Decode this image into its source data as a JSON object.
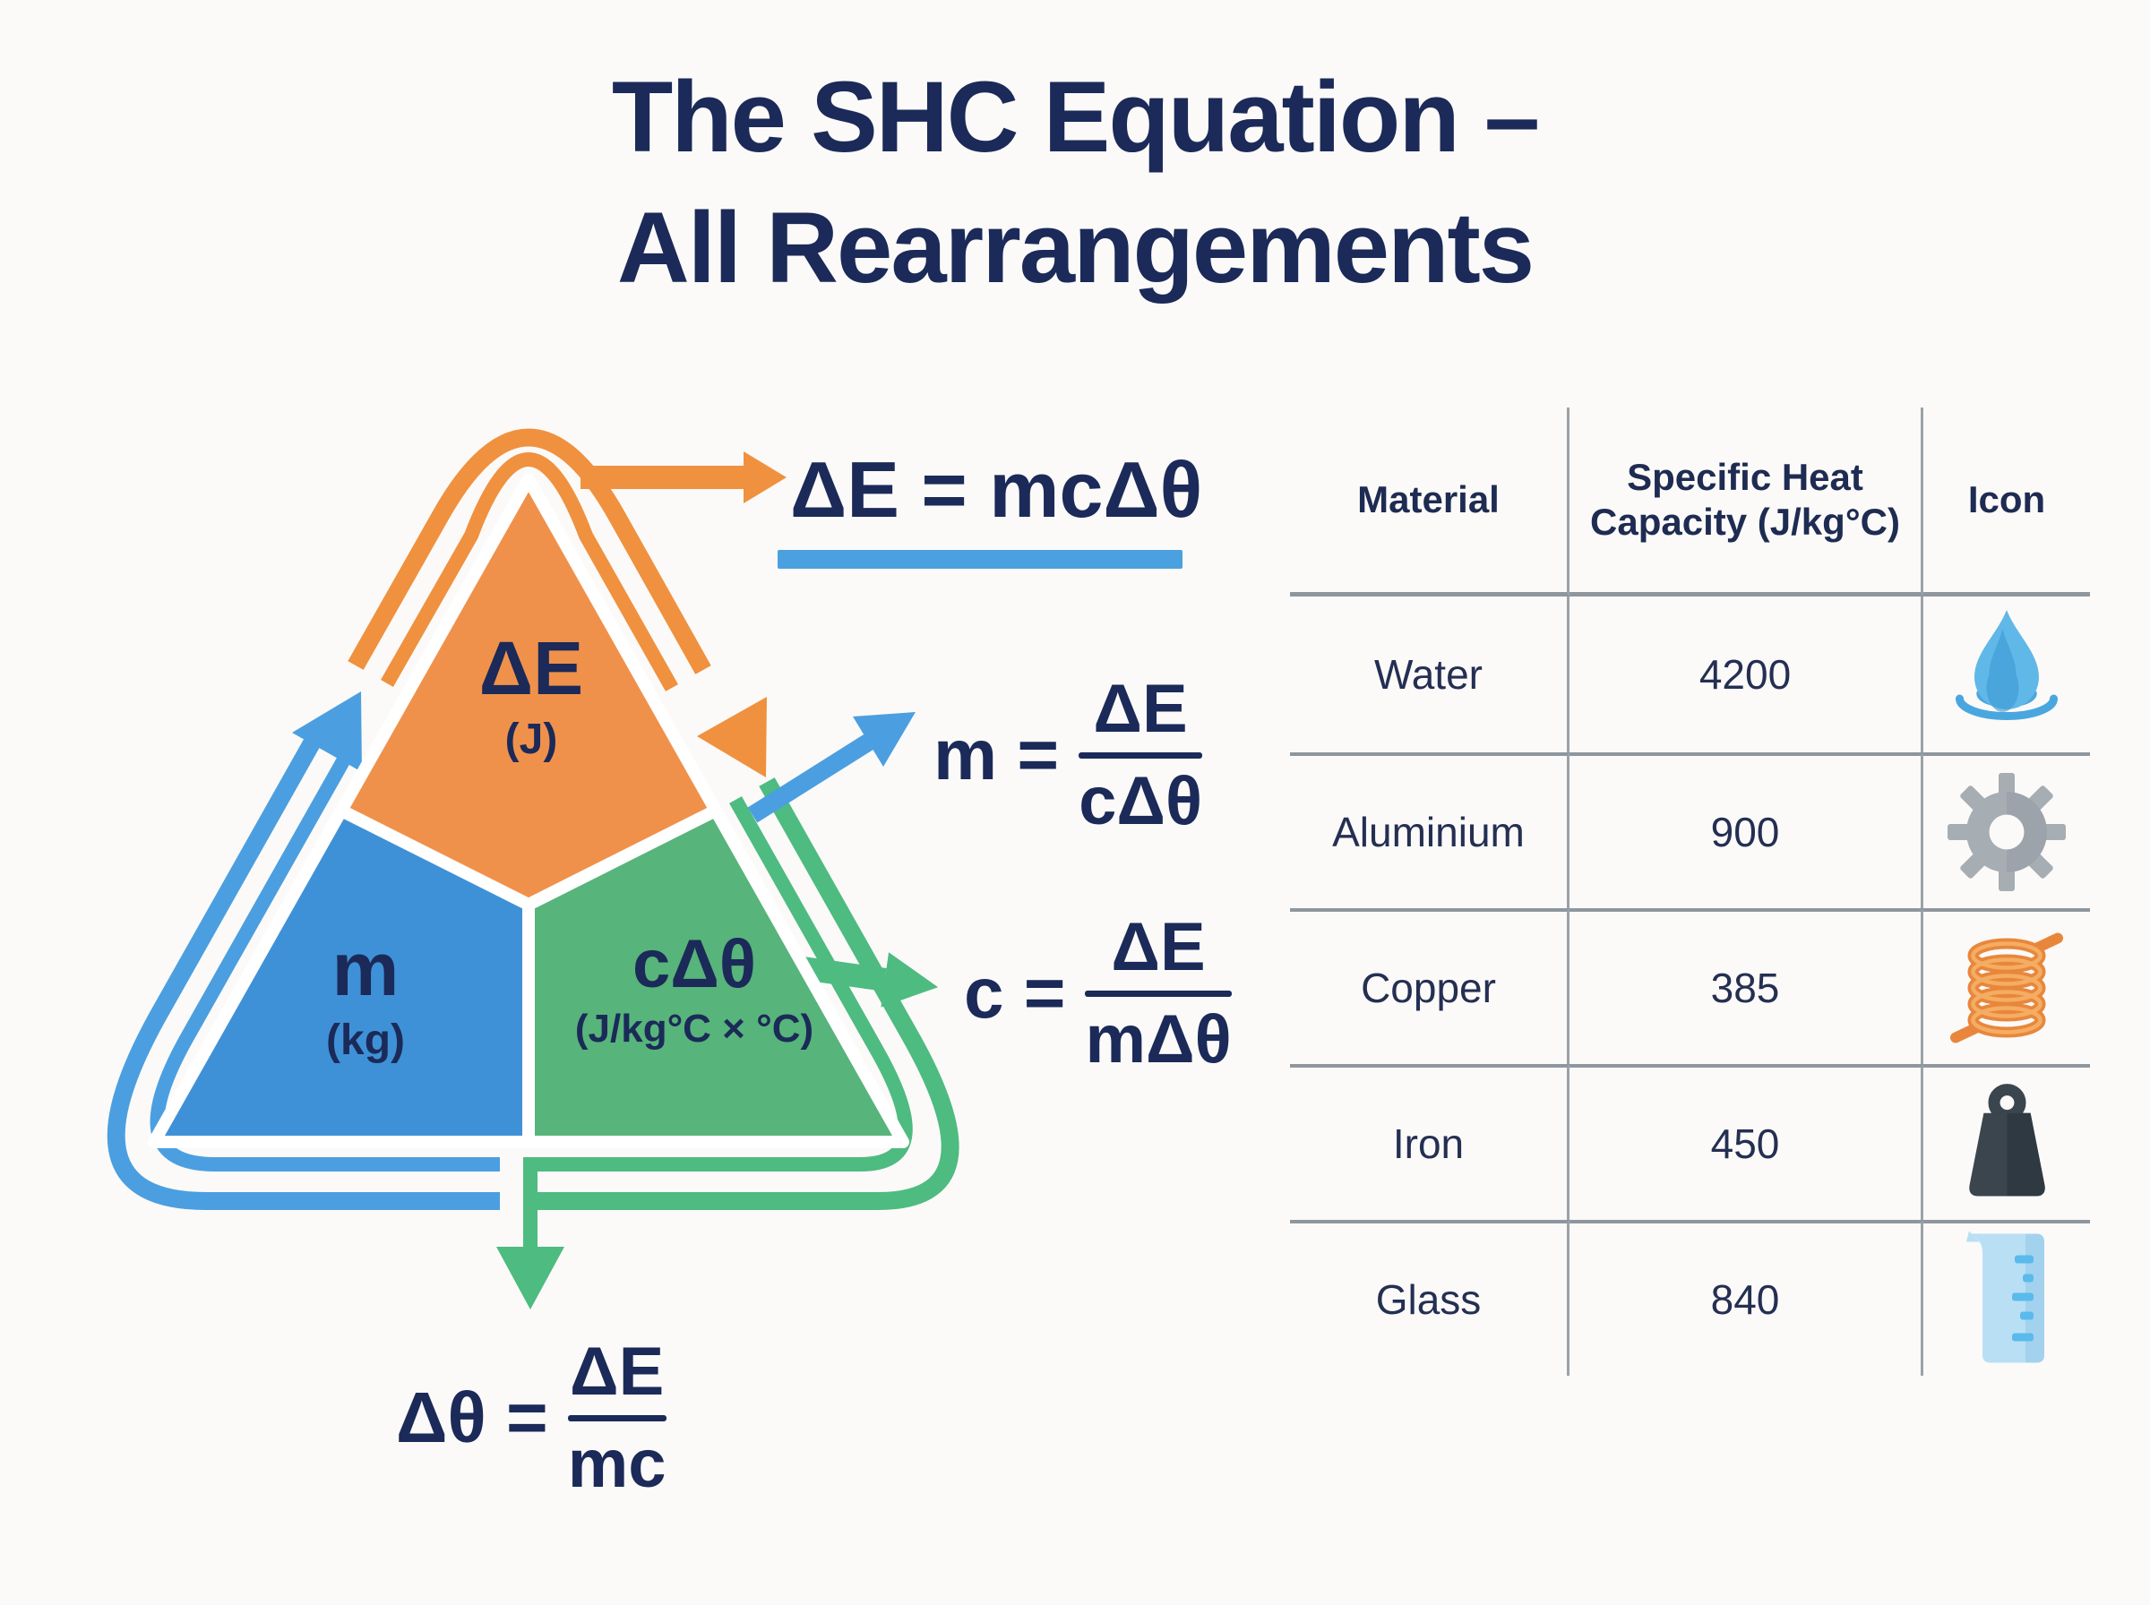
{
  "title": {
    "line1": "The SHC Equation –",
    "line2": "All Rearrangements"
  },
  "triangle": {
    "sections": {
      "energy": {
        "symbol": "ΔE",
        "unit": "(J)",
        "color": "#F0914B"
      },
      "mass": {
        "symbol": "m",
        "unit": "(kg)",
        "color": "#3F91D7"
      },
      "heat": {
        "symbol": "cΔθ",
        "unit": "(J/kg°C × °C)",
        "color": "#57B47A"
      }
    }
  },
  "equations": {
    "main": {
      "text": "ΔE = mcΔθ"
    },
    "mass": {
      "lhs": "m =",
      "num": "ΔE",
      "den": "cΔθ"
    },
    "shc": {
      "lhs": "c =",
      "num": "ΔE",
      "den": "mΔθ"
    },
    "temp": {
      "lhs": "Δθ =",
      "num": "ΔE",
      "den": "mc"
    }
  },
  "table": {
    "headers": [
      "Material",
      "Specific Heat Capacity (J/kg°C)",
      "Icon"
    ],
    "rows": [
      {
        "material": "Water",
        "shc": "4200",
        "icon": "water-drop-icon"
      },
      {
        "material": "Aluminium",
        "shc": "900",
        "icon": "gear-icon"
      },
      {
        "material": "Copper",
        "shc": "385",
        "icon": "copper-coil-icon"
      },
      {
        "material": "Iron",
        "shc": "450",
        "icon": "weight-icon"
      },
      {
        "material": "Glass",
        "shc": "840",
        "icon": "beaker-icon"
      }
    ]
  },
  "colors": {
    "navy_text": "#1B2A58",
    "orange": "#F0914B",
    "orange_band": "#F0913F",
    "blue": "#3F91D7",
    "blue_band": "#4B9FE0",
    "green": "#57B47A",
    "green_band": "#4EBB80",
    "underline_blue": "#4BA0E0",
    "table_line_gray": "#9BA2A8",
    "background": "#FBFAF8"
  }
}
